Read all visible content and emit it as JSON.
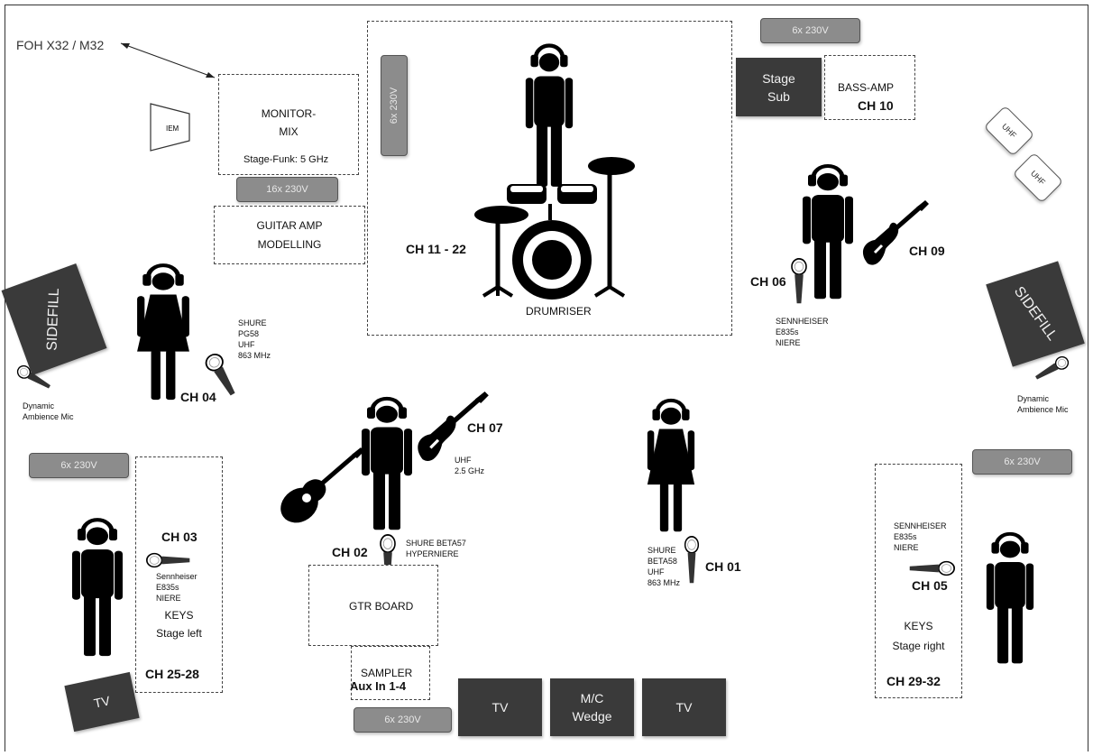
{
  "foh": "FOH X32 / M32",
  "iem": "IEM",
  "monitor_mix": {
    "line1": "MONITOR-",
    "line2": "MIX",
    "funk": "Stage-Funk: 5 GHz"
  },
  "power": {
    "p16": "16x 230V",
    "left": "6x 230V",
    "right": "6x 230V",
    "top": "6x 230V",
    "bottom": "6x 230V",
    "drum": "6x 230V"
  },
  "guitar_amp": {
    "line1": "GUITAR AMP",
    "line2": "MODELLING"
  },
  "drumriser": {
    "label": "DRUMRISER",
    "channels": "CH 11 - 22"
  },
  "stage_sub": {
    "line1": "Stage",
    "line2": "Sub"
  },
  "bass_amp": {
    "label": "BASS-AMP",
    "channel": "CH 10"
  },
  "uhf": {
    "a": "UHF",
    "b": "UHF"
  },
  "sidefill": {
    "left": "SIDEFILL",
    "right": "SIDEFILL"
  },
  "ambience": {
    "line1": "Dynamic",
    "line2": "Ambience Mic"
  },
  "ch04": {
    "channel": "CH 04",
    "l1": "SHURE",
    "l2": "PG58",
    "l3": "UHF",
    "l4": "863 MHz"
  },
  "ch06": {
    "channel": "CH 06",
    "l1": "SENNHEISER",
    "l2": "E835s",
    "l3": "NIERE"
  },
  "ch09": {
    "channel": "CH 09"
  },
  "ch07": {
    "channel": "CH 07",
    "l1": "UHF",
    "l2": "2.5 GHz"
  },
  "ch02": {
    "channel": "CH 02",
    "l1": "SHURE BETA57",
    "l2": "HYPERNIERE"
  },
  "ch01": {
    "channel": "CH 01",
    "l1": "SHURE",
    "l2": "BETA58",
    "l3": "UHF",
    "l4": "863 MHz"
  },
  "gtr_board": "GTR BOARD",
  "sampler": {
    "line1": "SAMPLER",
    "line2": "Aux In 1-4"
  },
  "keys_left": {
    "ch03": "CH 03",
    "mic1": "Sennheiser",
    "mic2": "E835s",
    "mic3": "NIERE",
    "keys": "KEYS",
    "side": "Stage left",
    "ch": "CH 25-28"
  },
  "keys_right": {
    "mic1": "SENNHEISER",
    "mic2": "E835s",
    "mic3": "NIERE",
    "ch05": "CH 05",
    "keys": "KEYS",
    "side": "Stage right",
    "ch": "CH 29-32"
  },
  "tv": {
    "left": "TV",
    "center_left": "TV",
    "wedge1": "M/C",
    "wedge2": "Wedge",
    "center_right": "TV"
  }
}
